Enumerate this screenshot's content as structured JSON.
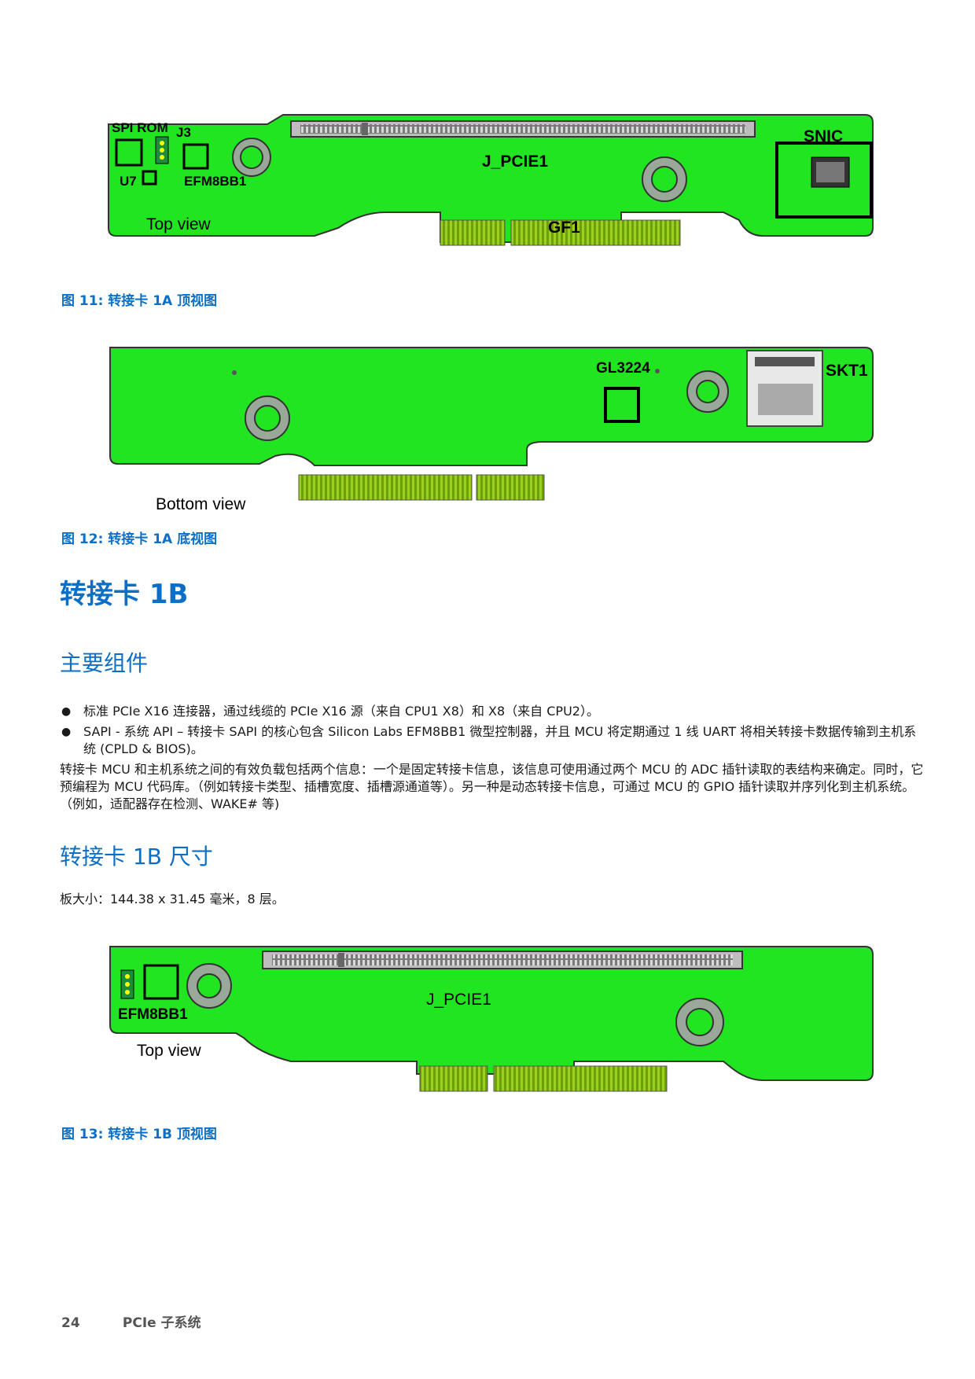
{
  "figure11": {
    "labels": {
      "spi_rom": "SPI ROM",
      "j3": "J3",
      "u7": "U7",
      "efm": "EFM8BB1",
      "j_pcie1": "J_PCIE1",
      "snic": "SNIC",
      "gf1": "GF1",
      "view": "Top view"
    },
    "caption": "图 11: 转接卡 1A 顶视图"
  },
  "figure12": {
    "labels": {
      "gl3224": "GL3224",
      "skt1": "SKT1",
      "view": "Bottom view"
    },
    "caption": "图 12: 转接卡 1A 底视图"
  },
  "section_title": "转接卡 1B",
  "components": {
    "heading": "主要组件",
    "bullets": [
      "标准 PCIe X16 连接器，通过线缆的 PCIe X16 源（来自 CPU1 X8）和 X8（来自 CPU2）。",
      "SAPI - 系统 API – 转接卡 SAPI 的核心包含 Silicon Labs EFM8BB1 微型控制器，并且 MCU 将定期通过 1 线 UART 将相关转接卡数据传输到主机系统 (CPLD & BIOS)。"
    ],
    "paragraph": "转接卡 MCU 和主机系统之间的有效负载包括两个信息：一个是固定转接卡信息，该信息可使用通过两个 MCU 的 ADC 插针读取的表结构来确定。同时，它预编程为 MCU 代码库。（例如转接卡类型、插槽宽度、插槽源通道等）。另一种是动态转接卡信息，可通过 MCU 的 GPIO 插针读取并序列化到主机系统。（例如，适配器存在检测、WAKE# 等)"
  },
  "dimensions": {
    "heading": "转接卡 1B 尺寸",
    "text": "板大小：144.38 x 31.45 毫米，8 层。"
  },
  "figure13": {
    "labels": {
      "efm": "EFM8BB1",
      "j_pcie1": "J_PCIE1",
      "view": "Top view"
    },
    "caption": "图 13: 转接卡 1B 顶视图"
  },
  "footer": {
    "page_number": "24",
    "section": "PCIe 子系统"
  },
  "colors": {
    "board": "#22e522",
    "accent": "#0b6fc7"
  }
}
